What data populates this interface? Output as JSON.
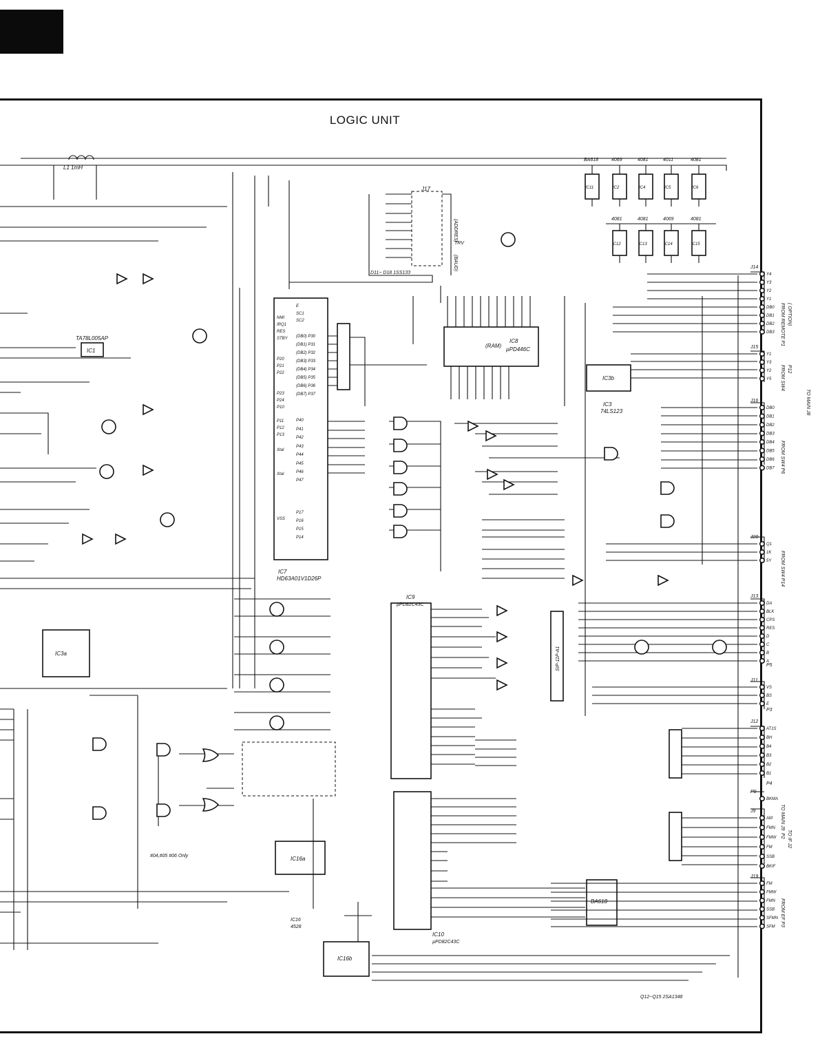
{
  "title": "LOGIC UNIT",
  "ics": [
    {
      "name": "IC7",
      "part": "HD63A01V1D26P"
    },
    {
      "name": "IC8",
      "part": "µPD446C",
      "role": "(RAM)"
    },
    {
      "name": "IC9",
      "part": "µPD82C43C"
    },
    {
      "name": "IC10",
      "part": "µPD82C43C"
    },
    {
      "name": "IC11",
      "part": "BA618"
    },
    {
      "name": "IC1",
      "part": "TA78L005AP"
    },
    {
      "name": "IC3",
      "part": "74LS123"
    },
    {
      "name": "IC16",
      "part": "4528"
    },
    {
      "name": "IC2",
      "part": "4069"
    },
    {
      "name": "IC4",
      "part": "4081"
    },
    {
      "name": "IC5",
      "part": "4011"
    },
    {
      "name": "IC6",
      "part": "4081"
    },
    {
      "name": "IC12",
      "part": "4081"
    },
    {
      "name": "IC13",
      "part": "4081"
    },
    {
      "name": "IC14",
      "part": "4069"
    },
    {
      "name": "IC15",
      "part": "4081"
    }
  ],
  "power_ics": {
    "row1": [
      {
        "part": "BA618",
        "name": "IC11"
      },
      {
        "part": "4069",
        "name": "IC2"
      },
      {
        "part": "4081",
        "name": "IC4"
      },
      {
        "part": "4011",
        "name": "IC5"
      },
      {
        "part": "4081",
        "name": "IC6"
      }
    ],
    "row2": [
      {
        "part": "4081",
        "name": "IC12"
      },
      {
        "part": "4081",
        "name": "IC13"
      },
      {
        "part": "4069",
        "name": "IC14"
      },
      {
        "part": "4081",
        "name": "IC15"
      }
    ]
  },
  "ic7_pins_left": [
    "NMI",
    "IRQ1",
    "RES",
    "STBY",
    "P20",
    "P21",
    "P22",
    "P23",
    "P24",
    "P10",
    "P11",
    "P12",
    "P13",
    "Xtal",
    "Xtal",
    "VSS"
  ],
  "ic7_pins_right": [
    "E",
    "SC1",
    "SC2",
    "(DB0) P30",
    "(DB1) P31",
    "(DB2) P32",
    "(DB3) P33",
    "(DB4) P34",
    "(DB5) P35",
    "(DB6) P36",
    "(DB7) P37",
    "P40",
    "P41",
    "P42",
    "P43",
    "P44",
    "P45",
    "P46",
    "P47",
    "P17",
    "P16",
    "P15",
    "P14"
  ],
  "connectors": [
    {
      "name": "J14",
      "pins": [
        "Y4",
        "Y3",
        "Y2",
        "Y1",
        "DB0",
        "DB1",
        "DB2",
        "DB3"
      ],
      "label": "FROM REMOTE P1",
      "note": "( OPTION)"
    },
    {
      "name": "J15",
      "pins": [
        "Y1",
        "Y3",
        "Y2",
        "Y5"
      ],
      "label": "FROM SW4",
      "note": "P12"
    },
    {
      "name": "J16",
      "pins": [
        "DB0",
        "DB1",
        "DB2",
        "DB3",
        "DB4",
        "DB5",
        "DB6",
        "DB7"
      ],
      "label": "FROM SW4 P6"
    },
    {
      "name": "J20",
      "pins": [
        "Q1",
        "1K",
        "5Y"
      ],
      "label": "FROM SW4 P14"
    },
    {
      "name": "J13",
      "pins": [
        "DA",
        "BLK",
        "CPS",
        "RES",
        "D",
        "C",
        "B",
        "A"
      ],
      "label": "P5"
    },
    {
      "name": "J11",
      "pins": [
        "VS",
        "BS",
        "E"
      ],
      "label": "P3"
    },
    {
      "name": "J12",
      "pins": [
        "AT1S",
        "BH",
        "B4",
        "B3",
        "B2",
        "B1"
      ],
      "label": "P4"
    },
    {
      "name": "P9",
      "pins": [
        "BKMA"
      ],
      "label": "TO MAIN J9"
    },
    {
      "name": "J9",
      "pins": [
        "AM",
        "FMN",
        "FMW",
        "FM",
        "SSB",
        "BKIF"
      ],
      "label": "P2",
      "note": "TO IF J2"
    },
    {
      "name": "J19",
      "pins": [
        "FM",
        "FMW",
        "FMN",
        "SSB",
        "SFMN",
        "SFM"
      ],
      "label": "FROM EF P3"
    }
  ],
  "right_edge_label": "TO MAIN J8",
  "transistors_note": "Q12~Q15  2SA1348",
  "note_r04": "#04,#05\n#06 Only",
  "labels": {
    "d11_d18": "D11~ D18  1SS133",
    "j17": "J17",
    "addres": "(ADDRES)",
    "trv": "TRV",
    "baud": "(BAUD)",
    "sip": "SIP-11P-A1",
    "ic3b": "IC3b",
    "ic3a": "IC3a",
    "ic16a": "IC16a",
    "ic16b": "IC16b",
    "l1": "L1  1mH"
  }
}
